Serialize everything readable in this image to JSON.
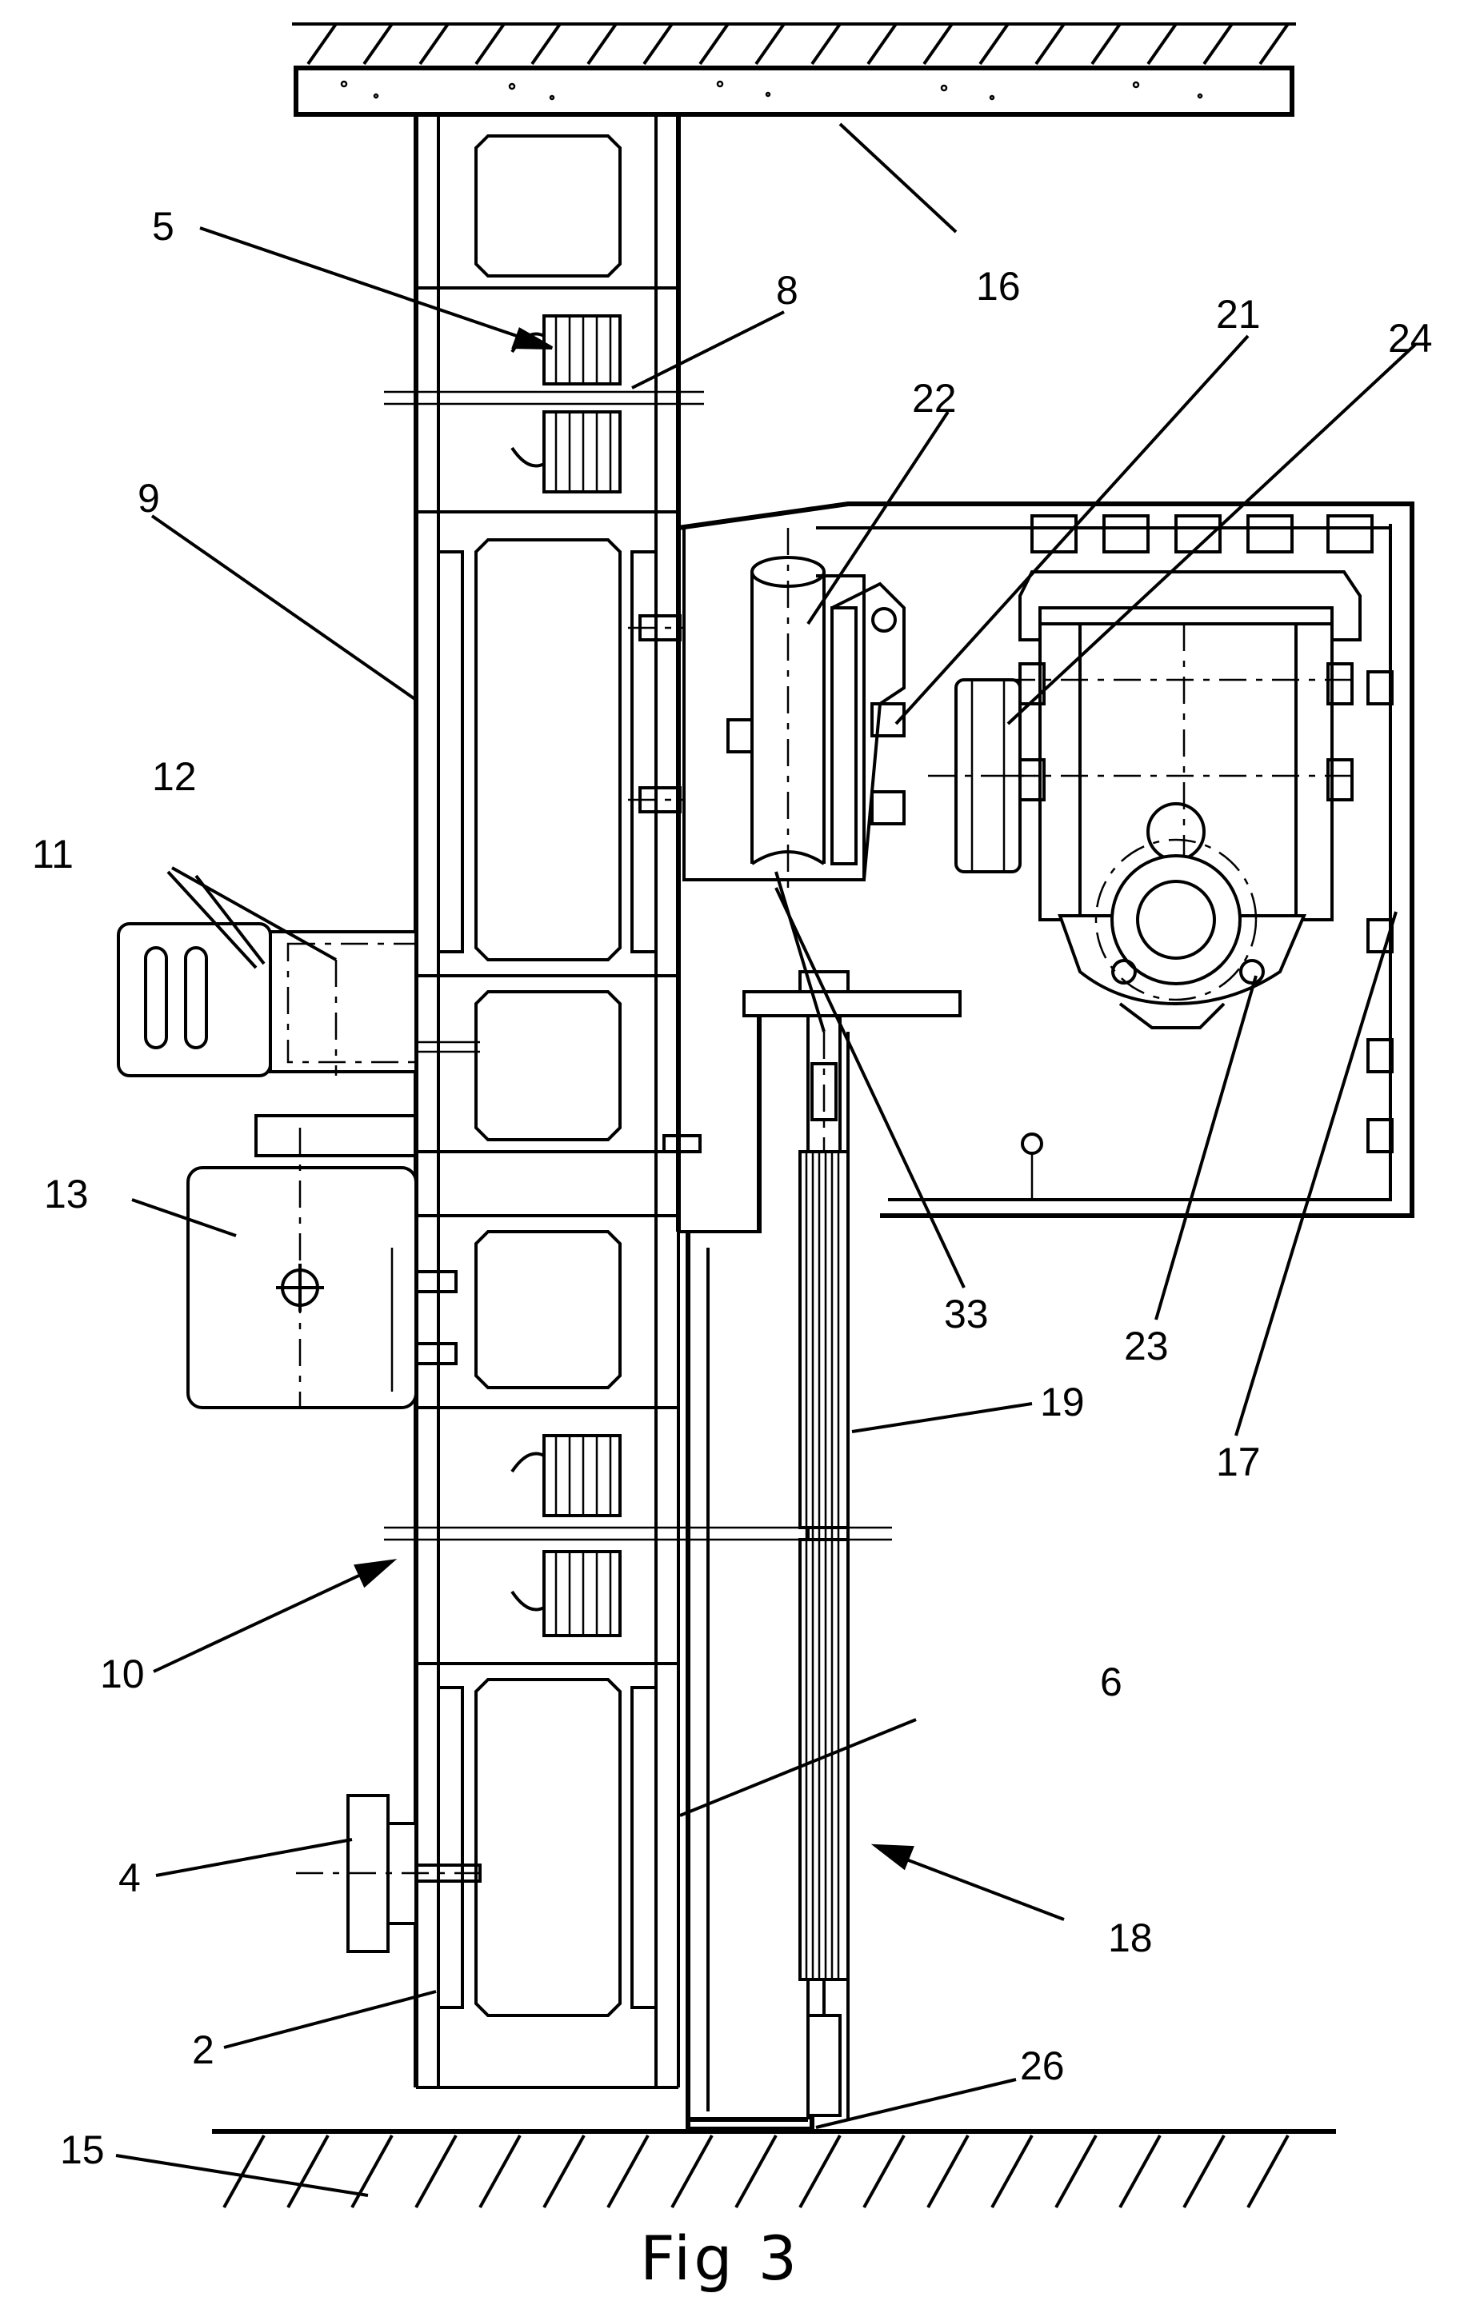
{
  "figure": {
    "caption": "Fig 3",
    "labels": {
      "l2": "2",
      "l4": "4",
      "l5": "5",
      "l6": "6",
      "l8": "8",
      "l9": "9",
      "l10": "10",
      "l11": "11",
      "l12": "12",
      "l13": "13",
      "l15": "15",
      "l16": "16",
      "l17": "17",
      "l18": "18",
      "l19": "19",
      "l21": "21",
      "l22": "22",
      "l23": "23",
      "l24": "24",
      "l26": "26",
      "l33": "33"
    }
  }
}
